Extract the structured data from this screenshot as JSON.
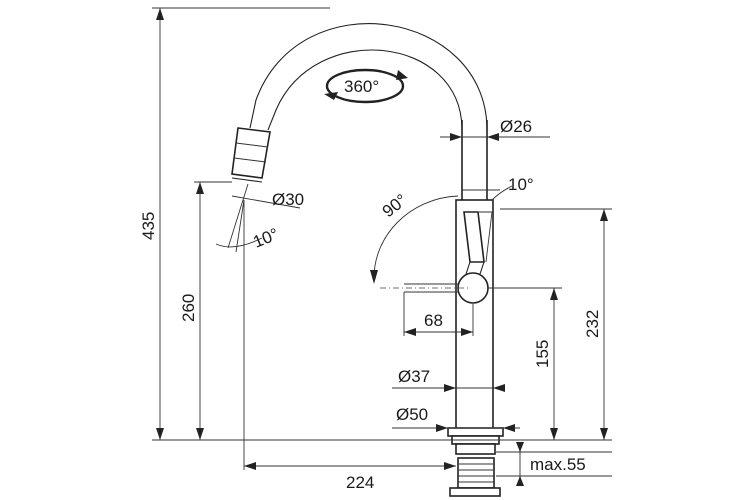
{
  "dimensions": {
    "rotation": "360°",
    "spout_dia": "Ø26",
    "spray_dia": "Ø30",
    "handle_tilt": "10°",
    "spray_tilt": "10°",
    "handle_swing": "90°",
    "total_height": "435",
    "spray_height": "260",
    "handle_reach": "68",
    "handle_height": "155",
    "lever_height": "232",
    "body_dia": "Ø37",
    "base_dia": "Ø50",
    "reach": "224",
    "counter_thickness": "max.55"
  }
}
